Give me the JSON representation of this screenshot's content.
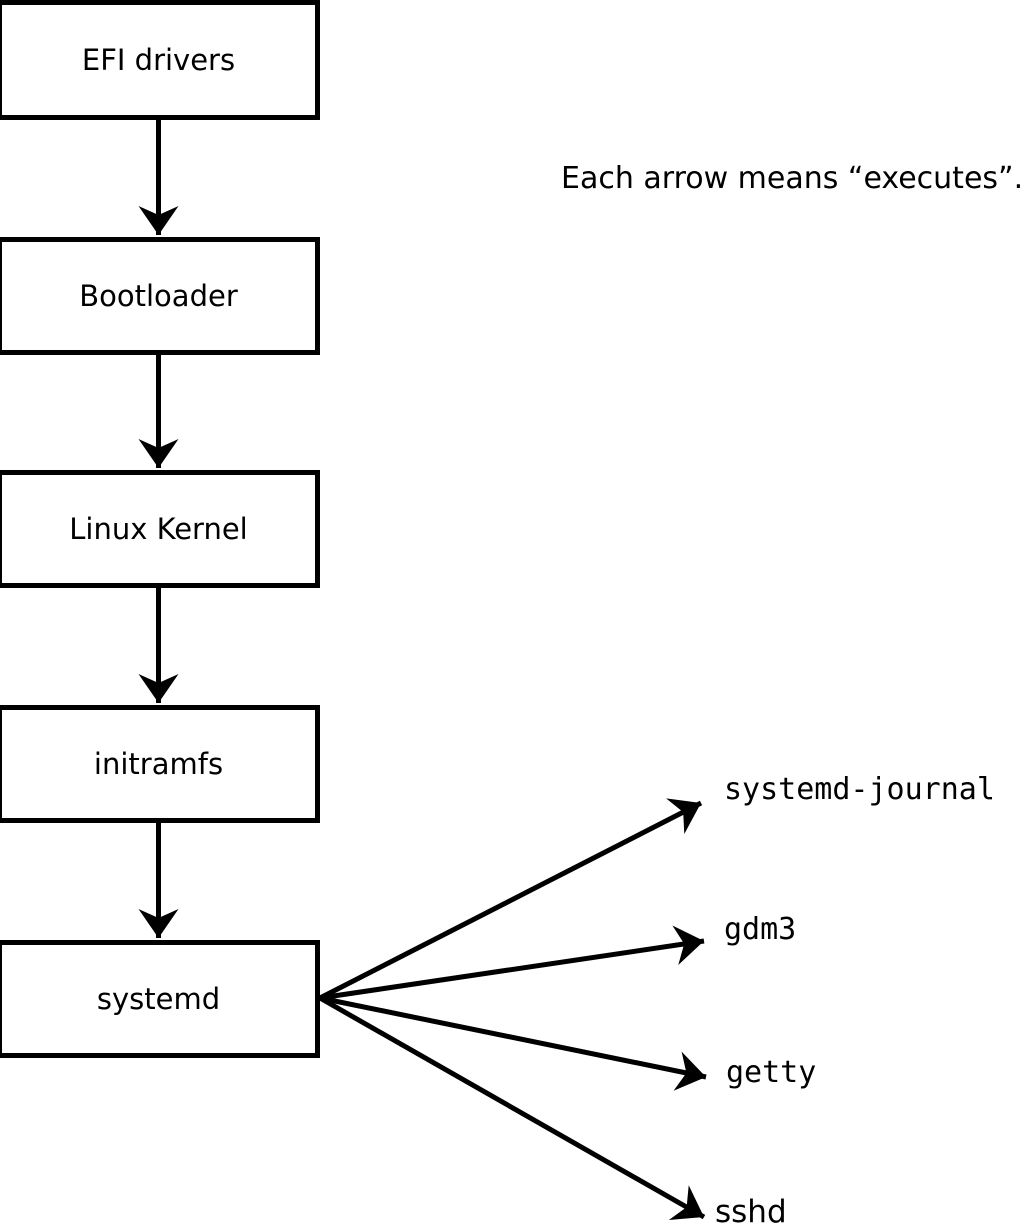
{
  "diagram": {
    "note": "Each arrow means “executes”.",
    "edge_meaning": "executes",
    "chain": [
      {
        "label": "EFI drivers"
      },
      {
        "label": "Bootloader"
      },
      {
        "label": "Linux Kernel"
      },
      {
        "label": "initramfs"
      },
      {
        "label": "systemd"
      }
    ],
    "spawned": [
      {
        "label": "systemd-journal"
      },
      {
        "label": "gdm3"
      },
      {
        "label": "getty"
      },
      {
        "label": "sshd"
      }
    ],
    "colors": {
      "stroke": "#000000",
      "box_fill": "#ffffff",
      "text": "#000000",
      "background": "#ffffff"
    }
  }
}
